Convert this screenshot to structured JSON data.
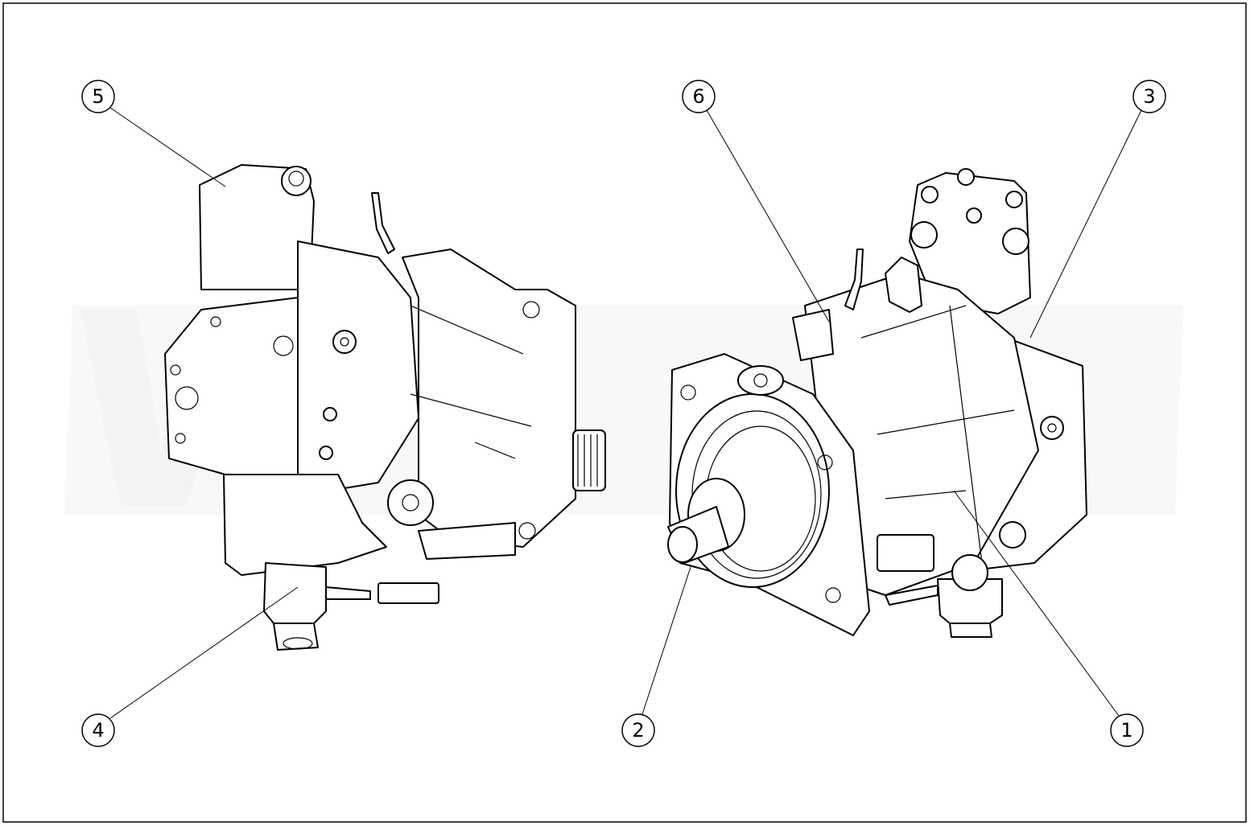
{
  "drawing": {
    "callouts": [
      {
        "id": "5",
        "label": "5"
      },
      {
        "id": "6",
        "label": "6"
      },
      {
        "id": "3",
        "label": "3"
      },
      {
        "id": "4",
        "label": "4"
      },
      {
        "id": "2",
        "label": "2"
      },
      {
        "id": "1",
        "label": "1"
      }
    ],
    "colors": {
      "line": "#000000",
      "background": "#ffffff",
      "watermark": "#f2f2f2"
    }
  }
}
